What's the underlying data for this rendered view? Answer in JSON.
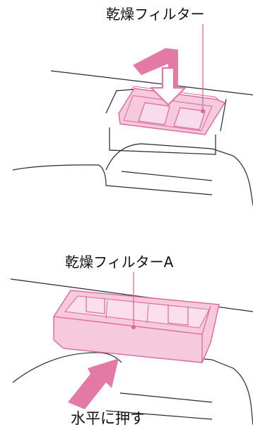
{
  "labels": {
    "top_callout": "乾燥フィルター",
    "middle_callout": "乾燥フィルターA",
    "bottom_instruction": "水平に押す"
  },
  "colors": {
    "pink_fill": "#f6c9dc",
    "pink_arrow": "#e27aa5",
    "pink_stroke": "#d86a97",
    "line": "#2a2a2a"
  }
}
